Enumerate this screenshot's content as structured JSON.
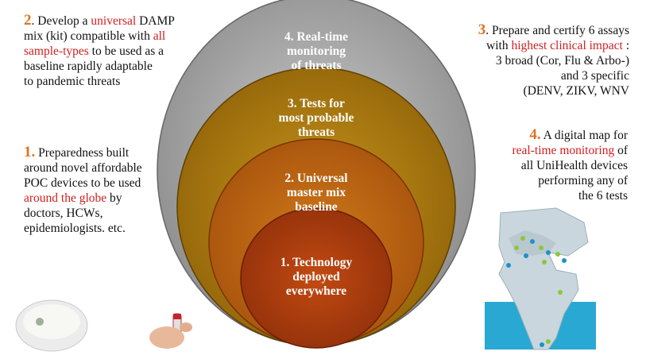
{
  "rings": [
    {
      "label": "4. Real-time monitoring of threats",
      "lines": [
        "4. Real-time",
        "monitoring",
        "of threats"
      ]
    },
    {
      "label": "3. Tests for most probable threats",
      "lines": [
        "3. Tests for",
        "most probable",
        "threats"
      ]
    },
    {
      "label": "2. Universal master mix baseline",
      "lines": [
        "2. Universal",
        "master mix",
        "baseline"
      ]
    },
    {
      "label": "1. Technology deployed everywhere",
      "lines": [
        "1. Technology",
        "deployed",
        "everywhere"
      ]
    }
  ],
  "points": {
    "p1": {
      "num": "1.",
      "a": " Preparedness built",
      "b": "around novel affordable",
      "c": " POC devices to be used",
      "d_red": "around the globe",
      "d": " by",
      "e": "doctors, HCWs,",
      "f": "epidemiologists. etc."
    },
    "p2": {
      "num": "2",
      "a": ". Develop a ",
      "a_red": "universal",
      "a2": " DAMP",
      "b": "mix (kit) compatible with ",
      "b_red": "all",
      "c_red": "sample-types",
      "c": " to be used as a",
      "d": "baseline rapidly adaptable",
      "e": " to pandemic threats"
    },
    "p3": {
      "num": "3",
      "a": ". Prepare and certify 6 assays",
      "b": "with ",
      "b_red": "highest clinical impact",
      "b2": " :",
      "c": "3 broad (Cor, Flu & Arbo-)",
      "d": "and 3 specific",
      "e": "(DENV, ZIKV, WNV"
    },
    "p4": {
      "num": "4.",
      "a": " A digital map for",
      "b_red": "real-time monitoring",
      "b": " of",
      "c": "all UniHealth devices",
      "d": "performing any of",
      "e": "the 6 tests"
    }
  },
  "colors": {
    "ring4": "#9e9e9e",
    "ring3": "#a87a0c",
    "ring2": "#bb6012",
    "ring1": "#a83c0e",
    "number": "#e2701f",
    "highlight": "#d01f1f"
  }
}
